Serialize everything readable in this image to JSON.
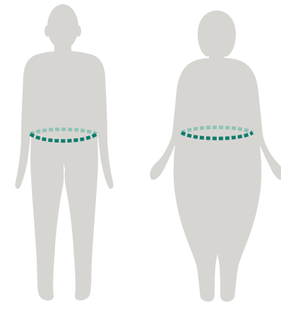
{
  "colors": {
    "background": "#ffffff",
    "silhouette": "#d7d5d2",
    "waist_front": "#0f7c6b",
    "waist_back": "#8fc3b4"
  },
  "figures": [
    {
      "id": "male",
      "icon": "male-silhouette-icon",
      "waist_measure": "waist-measurement-line"
    },
    {
      "id": "female",
      "icon": "female-silhouette-icon",
      "waist_measure": "waist-measurement-line"
    }
  ]
}
